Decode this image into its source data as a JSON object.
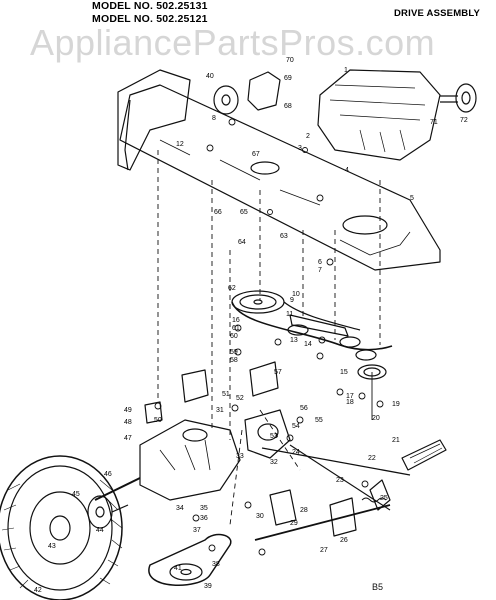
{
  "header": {
    "model_line_1": "MODEL NO. 502.25131",
    "model_line_2": "MODEL NO. 502.25121",
    "assembly_title": "DRIVE ASSEMBLY"
  },
  "watermark": "AppliancePartsPros.com",
  "page_code": "B5",
  "callouts": [
    "1",
    "2",
    "3",
    "4",
    "5",
    "6",
    "7",
    "8",
    "9",
    "10",
    "11",
    "12",
    "13",
    "14",
    "15",
    "16",
    "17",
    "18",
    "19",
    "20",
    "21",
    "22",
    "23",
    "24",
    "25",
    "26",
    "27",
    "28",
    "29",
    "30",
    "31",
    "32",
    "33",
    "34",
    "35",
    "36",
    "37",
    "38",
    "39",
    "40",
    "41",
    "42",
    "43",
    "44",
    "45",
    "46",
    "47",
    "48",
    "49",
    "50",
    "51",
    "52",
    "53",
    "54",
    "55",
    "56",
    "57",
    "58",
    "59",
    "60",
    "61",
    "62",
    "63",
    "64",
    "65",
    "66",
    "67",
    "68",
    "69",
    "70",
    "71",
    "72"
  ]
}
